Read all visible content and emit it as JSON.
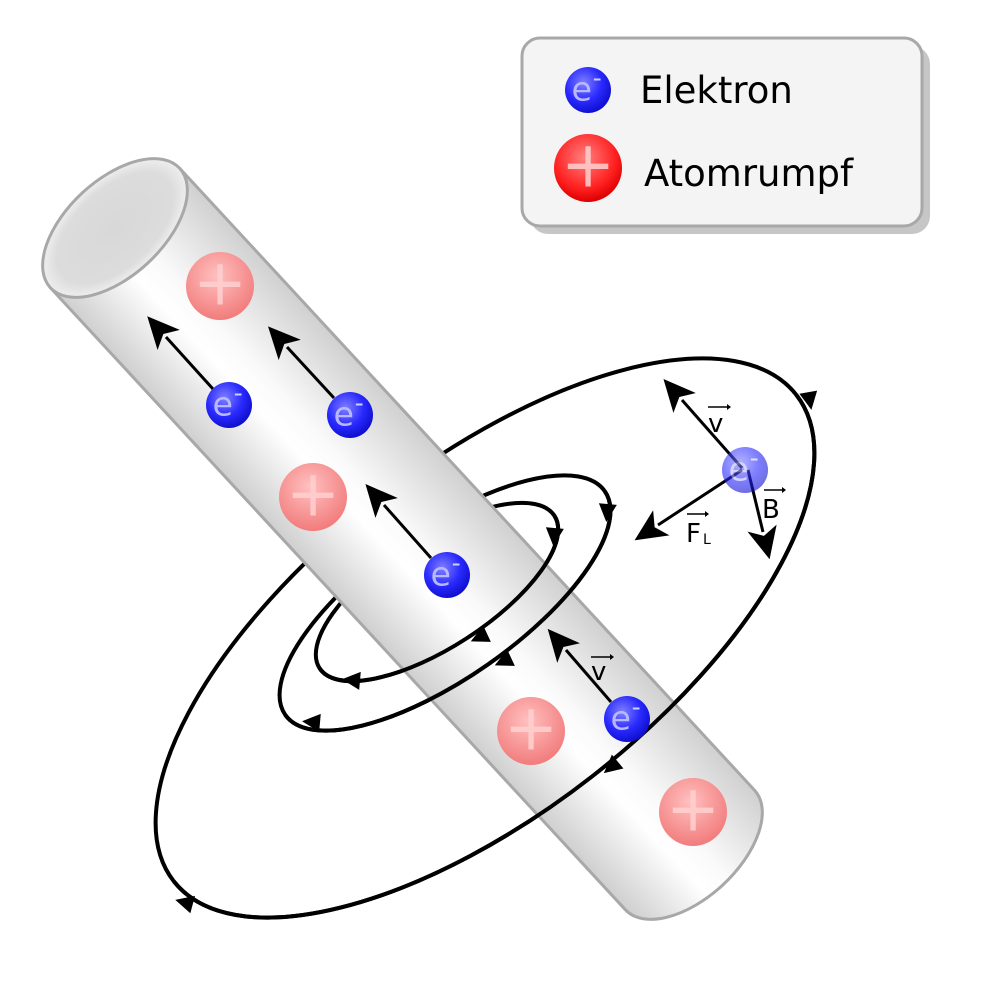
{
  "legend": {
    "electron_label": "Elektron",
    "ion_label": "Atomrumpf"
  },
  "particles": {
    "electron_symbol": "e",
    "electron_charge": "-",
    "ion_symbol": "+"
  },
  "vectors": {
    "velocity": "v",
    "magnetic_field": "B",
    "lorentz_force": "F",
    "lorentz_subscript": "L"
  },
  "colors": {
    "electron": "#2020ff",
    "ion": "#ff2020",
    "wire": "#e0e0e0"
  }
}
